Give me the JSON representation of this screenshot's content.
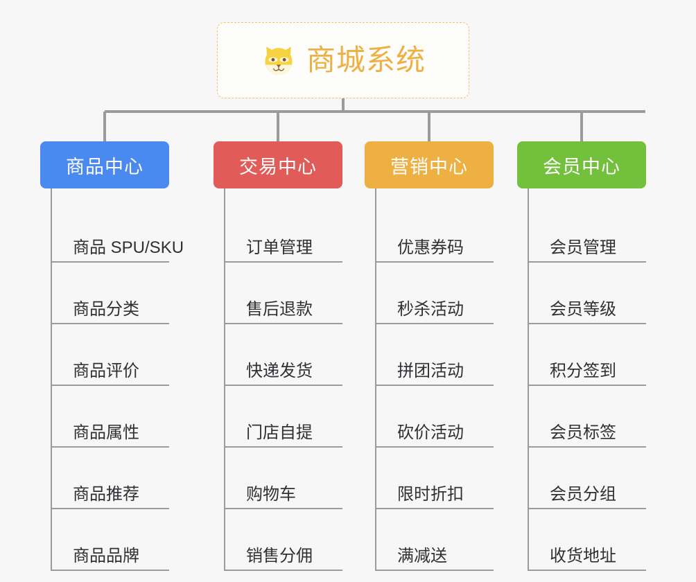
{
  "root": {
    "title": "商城系统",
    "icon": "shiba-dog-face-emoji",
    "text_color": "#eeb043",
    "border_color": "#f0c268"
  },
  "canvas": {
    "background": "#f7f7f7",
    "connector_color": "#9b9b9b"
  },
  "branches": [
    {
      "label": "商品中心",
      "color": "#4a89f0",
      "items": [
        "商品 SPU/SKU",
        "商品分类",
        "商品评价",
        "商品属性",
        "商品推荐",
        "商品品牌"
      ]
    },
    {
      "label": "交易中心",
      "color": "#e15b58",
      "items": [
        "订单管理",
        "售后退款",
        "快递发货",
        "门店自提",
        "购物车",
        "销售分佣"
      ]
    },
    {
      "label": "营销中心",
      "color": "#eeb043",
      "items": [
        "优惠券码",
        "秒杀活动",
        "拼团活动",
        "砍价活动",
        "限时折扣",
        "满减送"
      ]
    },
    {
      "label": "会员中心",
      "color": "#72c03c",
      "items": [
        "会员管理",
        "会员等级",
        "积分签到",
        "会员标签",
        "会员分组",
        "收货地址"
      ]
    }
  ]
}
